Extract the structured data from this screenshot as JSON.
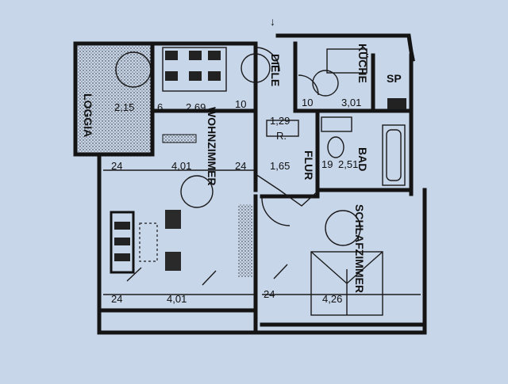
{
  "rooms": {
    "loggia": "LOGGIA",
    "wohnzimmer": "WOHNZIMMER",
    "diele": "DIELE",
    "kueche": "KÜCHE",
    "sp": "SP",
    "bad": "BAD",
    "flur": "FLUR",
    "schlafzimmer": "SCHLAFZIMMER",
    "r_mark": "R."
  },
  "dimensions": {
    "loggia_w": "2,15",
    "col_6": "6",
    "window_w": "2,69",
    "col_10_a": "10",
    "col_10_b": "10",
    "kueche_w": "3,01",
    "flur_upper": "1,29",
    "flur_w": "1,65",
    "col_19": "19",
    "bad_w": "2,51",
    "wall_24_a": "24",
    "wohn_top": "4,01",
    "wall_24_b": "24",
    "wall_24_c": "24",
    "wohn_bottom": "4,01",
    "wall_24_d": "24",
    "schlaf_w": "4,26"
  },
  "marker": {
    "arrow": "↓"
  },
  "colors": {
    "paper": "#c8d6ea",
    "ink": "#141414",
    "hatch": "#9aa6b8"
  }
}
